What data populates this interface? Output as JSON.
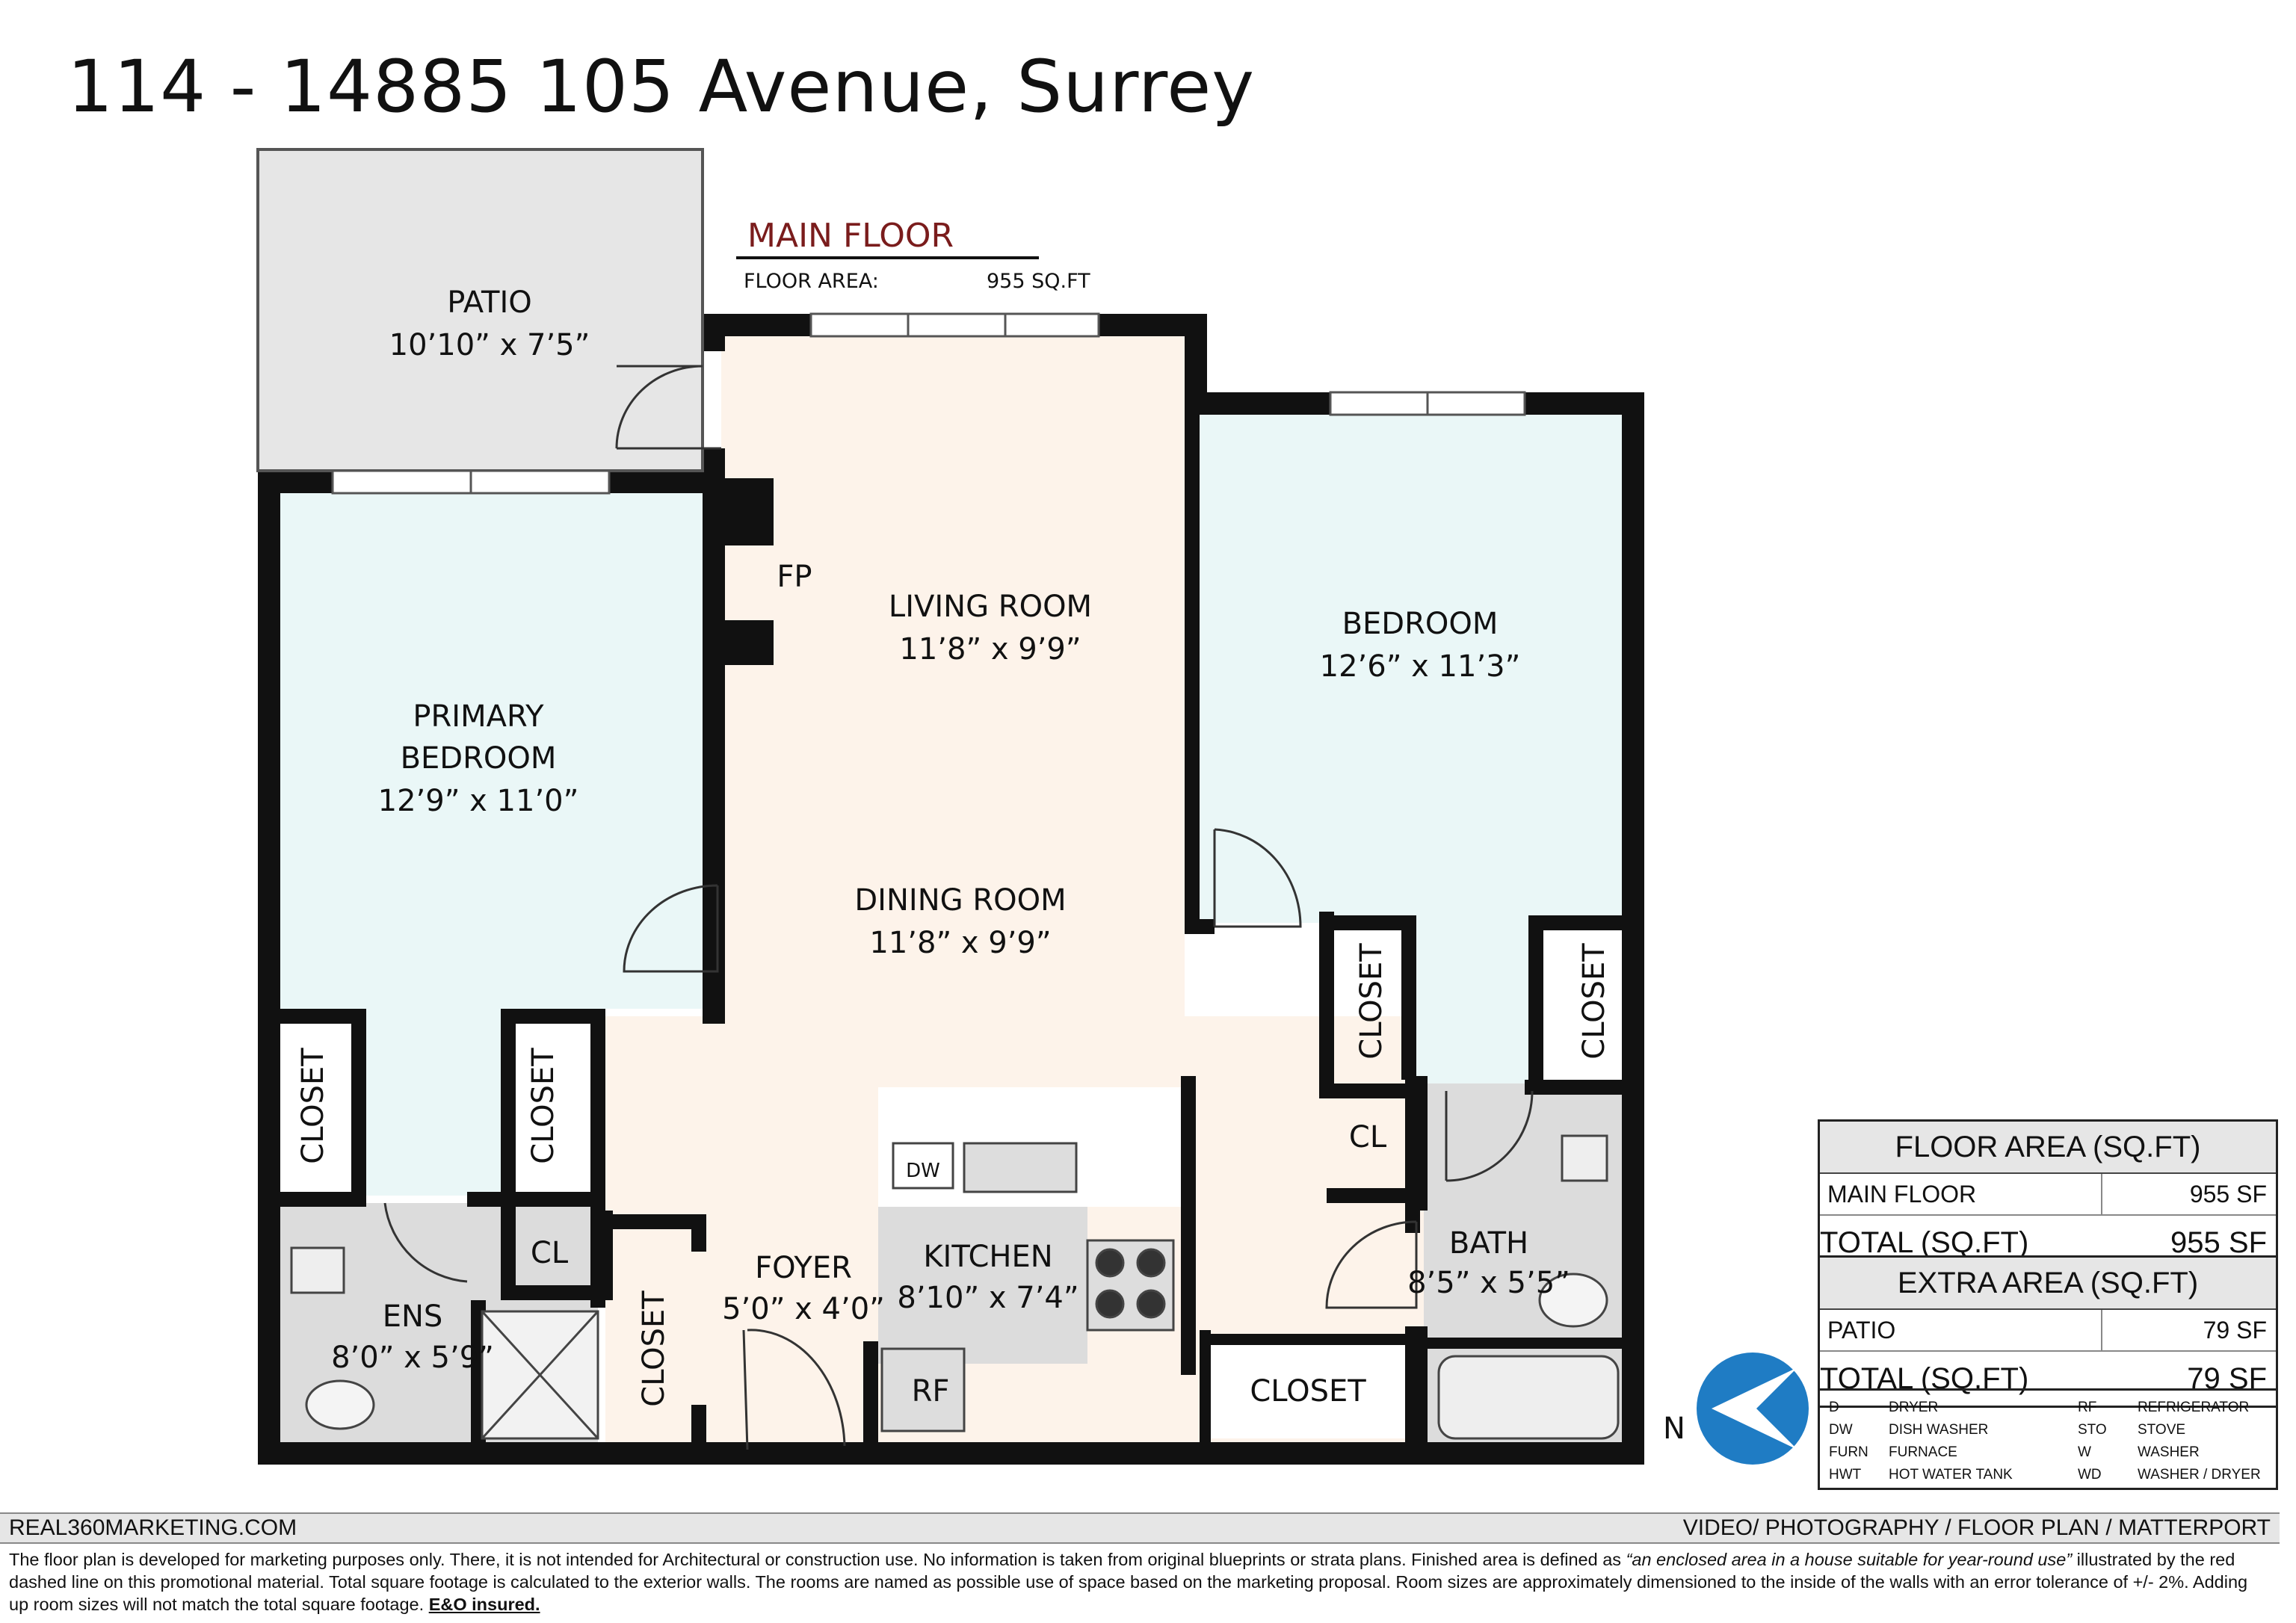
{
  "title": "114 - 14885 105 Avenue, Surrey",
  "floor_header": {
    "name": "MAIN FLOOR",
    "area_label": "FLOOR AREA:",
    "area_value": "955 SQ.FT"
  },
  "rooms": {
    "patio": {
      "name": "PATIO",
      "dims": "10’10” x 7’5”"
    },
    "living": {
      "name": "LIVING ROOM",
      "dims": "11’8” x 9’9”"
    },
    "dining": {
      "name": "DINING ROOM",
      "dims": "11’8” x 9’9”"
    },
    "bedroom": {
      "name": "BEDROOM",
      "dims": "12’6” x 11’3”"
    },
    "primary": {
      "name1": "PRIMARY",
      "name2": "BEDROOM",
      "dims": "12’9” x 11’0”"
    },
    "ensuite": {
      "name": "ENS",
      "dims": "8’0” x 5’9”"
    },
    "foyer": {
      "name": "FOYER",
      "dims": "5’0” x 4’0”"
    },
    "kitchen": {
      "name": "KITCHEN",
      "dims": "8’10” x 7’4”"
    },
    "bath": {
      "name": "BATH",
      "dims": "8’5” x 5’5”"
    }
  },
  "fixtures": {
    "fireplace": "FP",
    "closet": "CLOSET",
    "cl": "CL",
    "dishwasher": "DW",
    "fridge": "RF",
    "north": "N"
  },
  "floor_area_table": {
    "header": "FLOOR AREA (SQ.FT)",
    "rows": [
      {
        "label": "MAIN FLOOR",
        "value": "955 SF"
      }
    ],
    "total_label": "TOTAL (SQ.FT)",
    "total_value": "955 SF"
  },
  "extra_area_table": {
    "header": "EXTRA AREA (SQ.FT)",
    "rows": [
      {
        "label": "PATIO",
        "value": "79 SF"
      }
    ],
    "total_label": "TOTAL (SQ.FT)",
    "total_value": "79 SF"
  },
  "legend": [
    {
      "abbr": "D",
      "text": "DRYER"
    },
    {
      "abbr": "DW",
      "text": "DISH WASHER"
    },
    {
      "abbr": "FURN",
      "text": "FURNACE"
    },
    {
      "abbr": "HWT",
      "text": "HOT WATER TANK"
    },
    {
      "abbr": "RF",
      "text": "REFRIGERATOR"
    },
    {
      "abbr": "STO",
      "text": "STOVE"
    },
    {
      "abbr": "W",
      "text": "WASHER"
    },
    {
      "abbr": "WD",
      "text": "WASHER / DRYER"
    }
  ],
  "footer": {
    "website": "REAL360MARKETING.COM",
    "services": "VIDEO/ PHOTOGRAPHY / FLOOR PLAN / MATTERPORT"
  },
  "disclaimer": {
    "part1": "The floor plan is developed for marketing purposes only. There, it is not intended for Architectural or construction use. No information is  taken from original blueprints or strata plans. Finished area is defined as ",
    "quote": "“an enclosed area in a house suitable for year-round use”",
    "part2": " illustrated by the red dashed line on this promotional material. Total square footage is calculated to the exterior walls. The rooms are named as possible use of space based on the marketing proposal. Room sizes are approximately dimensioned to the inside of the walls with an error tolerance of +/- 2%. Adding up room sizes will not match the total square footage. ",
    "eo": "E&O insured."
  },
  "colors": {
    "wall": "#111111",
    "living_fill": "#fdf3ea",
    "bedroom_fill": "#eaf7f7",
    "wet_fill": "#dcdcdc",
    "patio_fill": "#e6e6e6",
    "floor_title": "#7a1c1c",
    "compass": "#1f7cc4"
  }
}
